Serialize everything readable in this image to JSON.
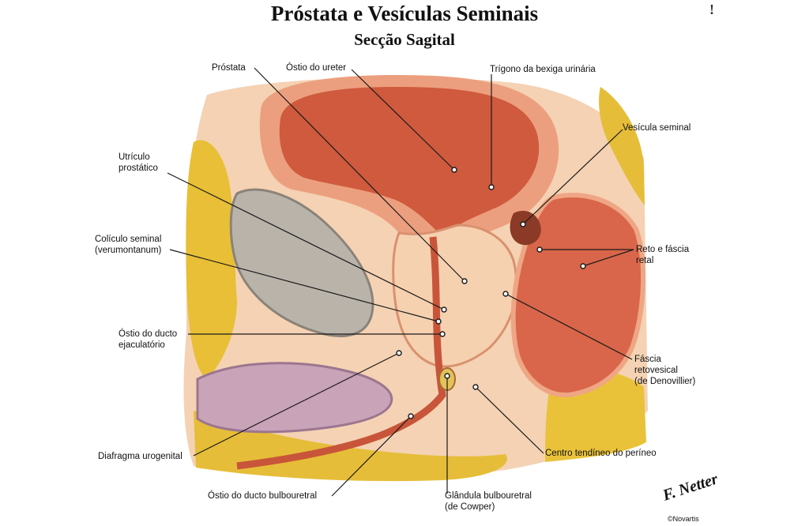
{
  "title": "Próstata e Vesículas Seminais",
  "subtitle": "Secção Sagital",
  "stray_mark": "!",
  "labels": {
    "prostata": "Próstata",
    "ostio_ureter": "Óstio do ureter",
    "trigono": "Trígono da bexiga urinária",
    "vesicula_seminal": "Vesícula seminal",
    "utriculo_1": "Utrículo",
    "utriculo_2": "prostático",
    "coliculo_1": "Colículo seminal",
    "coliculo_2": "(verumontanum)",
    "reto_1": "Reto e fáscia",
    "reto_2": "retal",
    "ostio_ejac_1": "Óstio do ducto",
    "ostio_ejac_2": "ejaculatório",
    "fascia_1": "Fáscia",
    "fascia_2": "retovesical",
    "fascia_3": "(de Denovillier)",
    "diafragma": "Diafragma urogenital",
    "centro_tendineo": "Centro tendíneo do períneo",
    "ostio_bulbo": "Óstio do ducto bulbouretral",
    "glandula_1": "Glândula bulbouretral",
    "glandula_2": "(de Cowper)"
  },
  "signature": "F. Netter",
  "copyright": "©Novartis",
  "colors": {
    "bladder": "#cf5a3e",
    "bladder_wall": "#ec9f7e",
    "tissue_light": "#f2c7a6",
    "fat": "#e9c23a",
    "bone": "#b9b3aa",
    "rectum": "#d9664a",
    "leader_line": "#1a1a1a"
  }
}
